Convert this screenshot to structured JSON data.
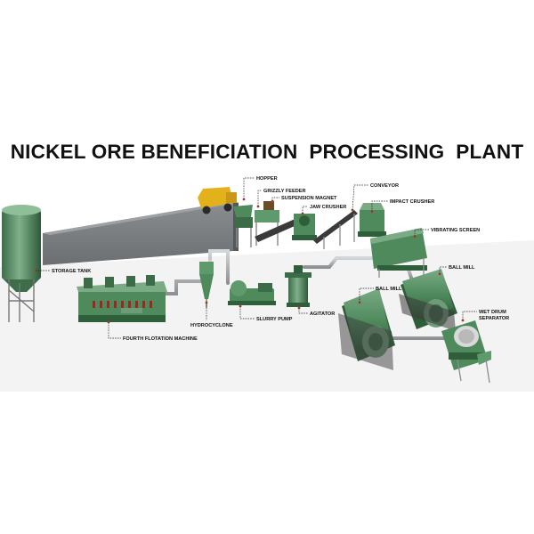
{
  "title": "NICKEL ORE BENEFICIATION  PROCESSING  PLANT",
  "labels": {
    "hopper": "HOPPER",
    "grizzly_feeder": "GRIZZLY FEEDER",
    "suspension_magnet": "SUSPENSION MAGNET",
    "jaw_crusher": "JAW CRUSHER",
    "conveyor": "CONVEYOR",
    "impact_crusher": "IMPACT CRUSHER",
    "vibrating_screen": "VIBRATING SCREEN",
    "ball_mill_1": "BALL MILL",
    "ball_mill_2": "BALL MILL",
    "wet_drum_separator_line1": "WET DRUM",
    "wet_drum_separator_line2": "SEPARATOR",
    "storage_tank": "STORAGE TANK",
    "hydrocyclone": "HYDROCYCLONE",
    "slurry_pump": "SLURRY PUMP",
    "agitator": "AGITATOR",
    "fourth_flotation_machine": "FOURTH FLOTATION MACHINE"
  },
  "colors": {
    "machine_green": "#4f8a5d",
    "machine_green_dark": "#2f5e3a",
    "ramp_grey": "#7c7f82",
    "floor_grey": "#f1f1f1",
    "truck_yellow": "#e3b21a",
    "pipe_grey": "#a9adb0",
    "marker_red": "#c0392b"
  }
}
